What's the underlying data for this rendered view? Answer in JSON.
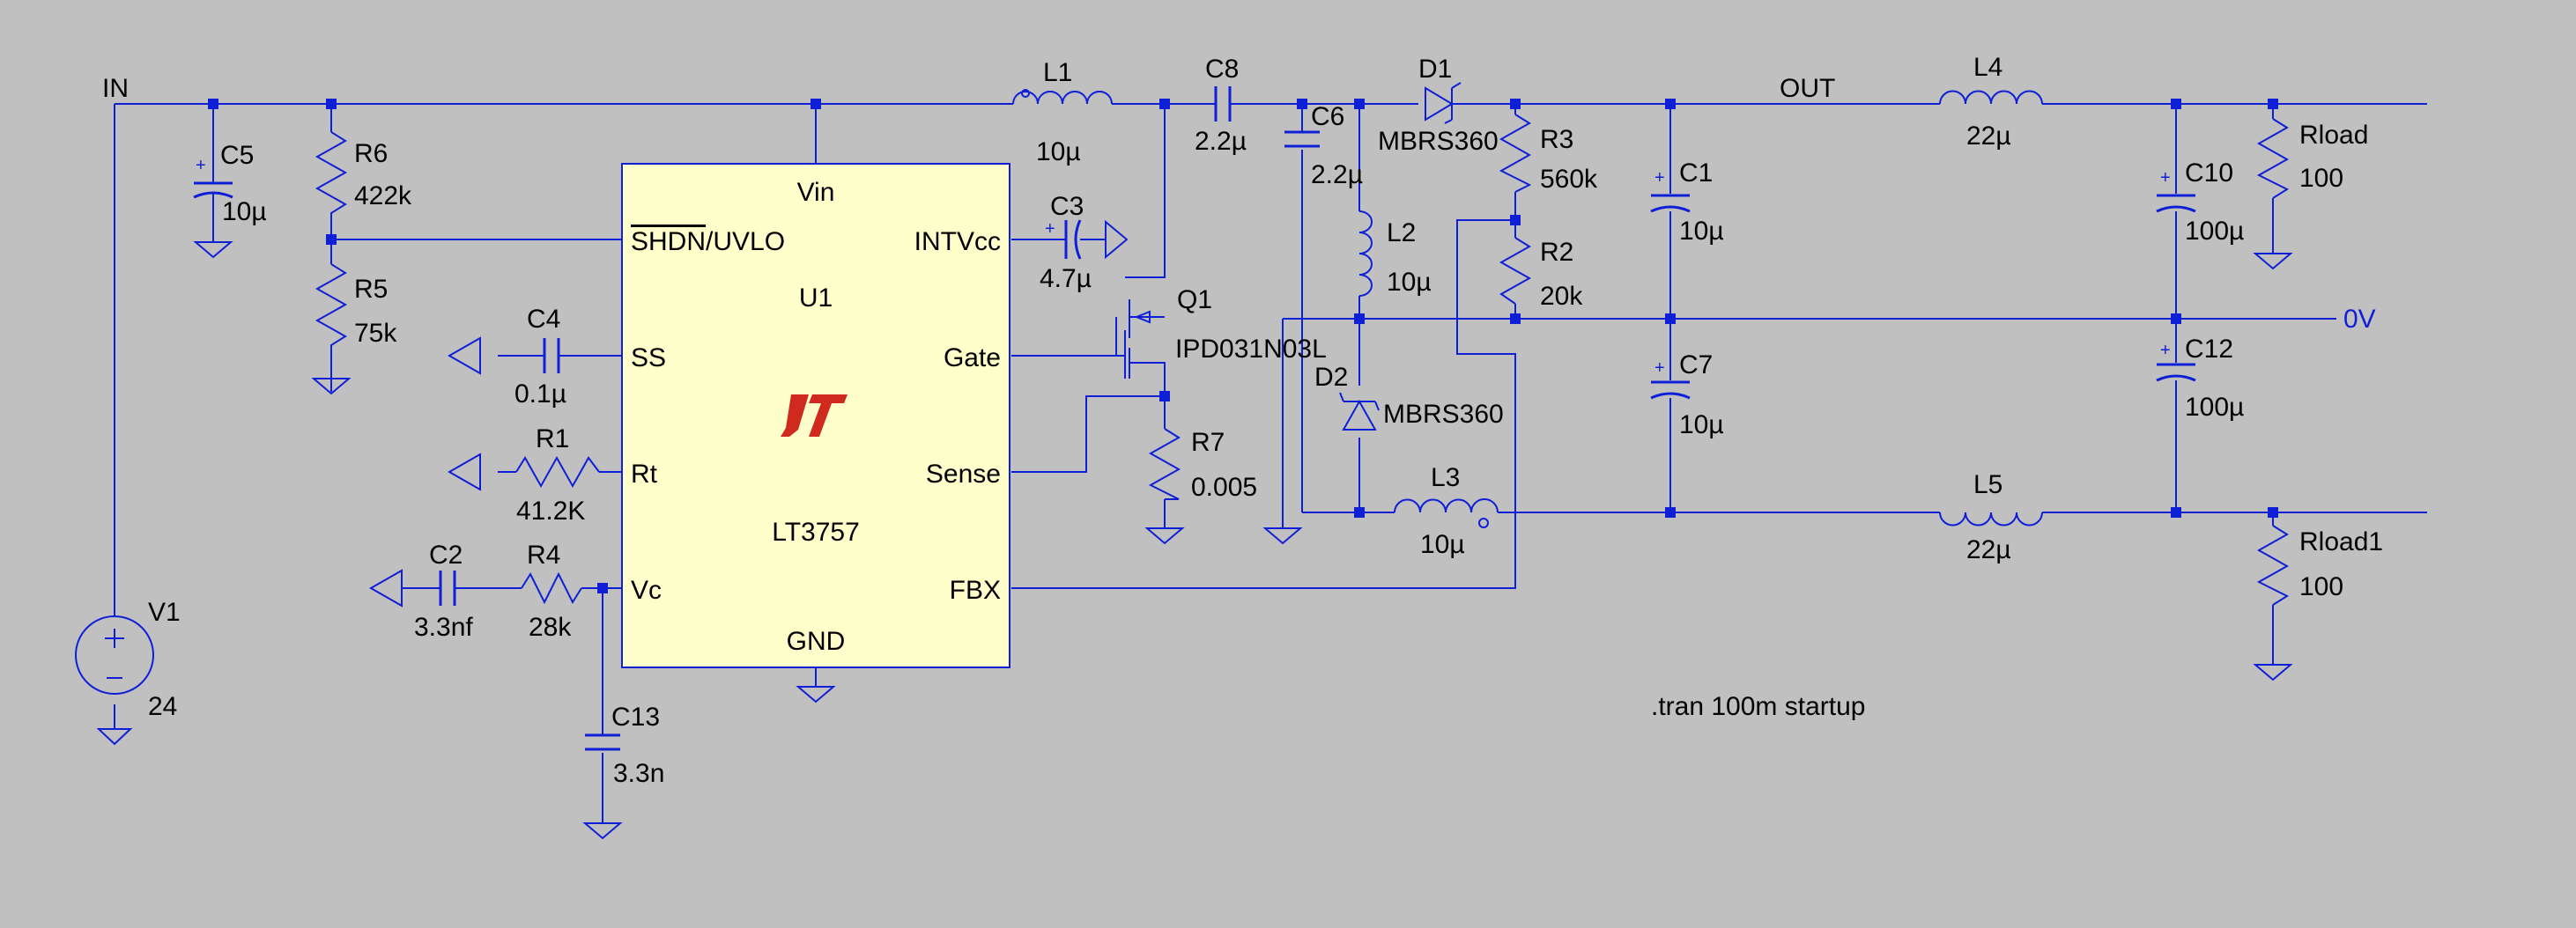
{
  "nets": {
    "in": "IN",
    "out": "OUT",
    "zero_v": "0V"
  },
  "directive": ".tran 100m startup",
  "colors": {
    "background": "#c0c0c0",
    "wire": "#0f1fd6",
    "ic_fill": "#ffffcc",
    "logo": "#d02a1e"
  },
  "ic": {
    "ref": "U1",
    "part": "LT3757",
    "pins": {
      "vin": "Vin",
      "shdn": "SHDN",
      "uvlo_suffix": "/UVLO",
      "intvcc": "INTVcc",
      "ss": "SS",
      "gate": "Gate",
      "rt": "Rt",
      "sense": "Sense",
      "vc": "Vc",
      "fbx": "FBX",
      "gnd": "GND"
    }
  },
  "components": {
    "V1": {
      "ref": "V1",
      "value": "24"
    },
    "C5": {
      "ref": "C5",
      "value": "10µ"
    },
    "R6": {
      "ref": "R6",
      "value": "422k"
    },
    "R5": {
      "ref": "R5",
      "value": "75k"
    },
    "C4": {
      "ref": "C4",
      "value": "0.1µ"
    },
    "R1": {
      "ref": "R1",
      "value": "41.2K"
    },
    "C2": {
      "ref": "C2",
      "value": "3.3nf"
    },
    "R4": {
      "ref": "R4",
      "value": "28k"
    },
    "C13": {
      "ref": "C13",
      "value": "3.3n"
    },
    "L1": {
      "ref": "L1",
      "value": "10µ"
    },
    "C3": {
      "ref": "C3",
      "value": "4.7µ"
    },
    "Q1": {
      "ref": "Q1",
      "value": "IPD031N03L"
    },
    "R7": {
      "ref": "R7",
      "value": "0.005"
    },
    "C8": {
      "ref": "C8",
      "value": "2.2µ"
    },
    "C6": {
      "ref": "C6",
      "value": "2.2µ"
    },
    "L2": {
      "ref": "L2",
      "value": "10µ"
    },
    "D2": {
      "ref": "D2",
      "value": "MBRS360"
    },
    "L3": {
      "ref": "L3",
      "value": "10µ"
    },
    "D1": {
      "ref": "D1",
      "value": "MBRS360"
    },
    "R3": {
      "ref": "R3",
      "value": "560k"
    },
    "R2": {
      "ref": "R2",
      "value": "20k"
    },
    "C1": {
      "ref": "C1",
      "value": "10µ"
    },
    "C7": {
      "ref": "C7",
      "value": "10µ"
    },
    "L4": {
      "ref": "L4",
      "value": "22µ"
    },
    "L5": {
      "ref": "L5",
      "value": "22µ"
    },
    "C10": {
      "ref": "C10",
      "value": "100µ"
    },
    "C12": {
      "ref": "C12",
      "value": "100µ"
    },
    "Rload": {
      "ref": "Rload",
      "value": "100"
    },
    "Rload1": {
      "ref": "Rload1",
      "value": "100"
    }
  }
}
